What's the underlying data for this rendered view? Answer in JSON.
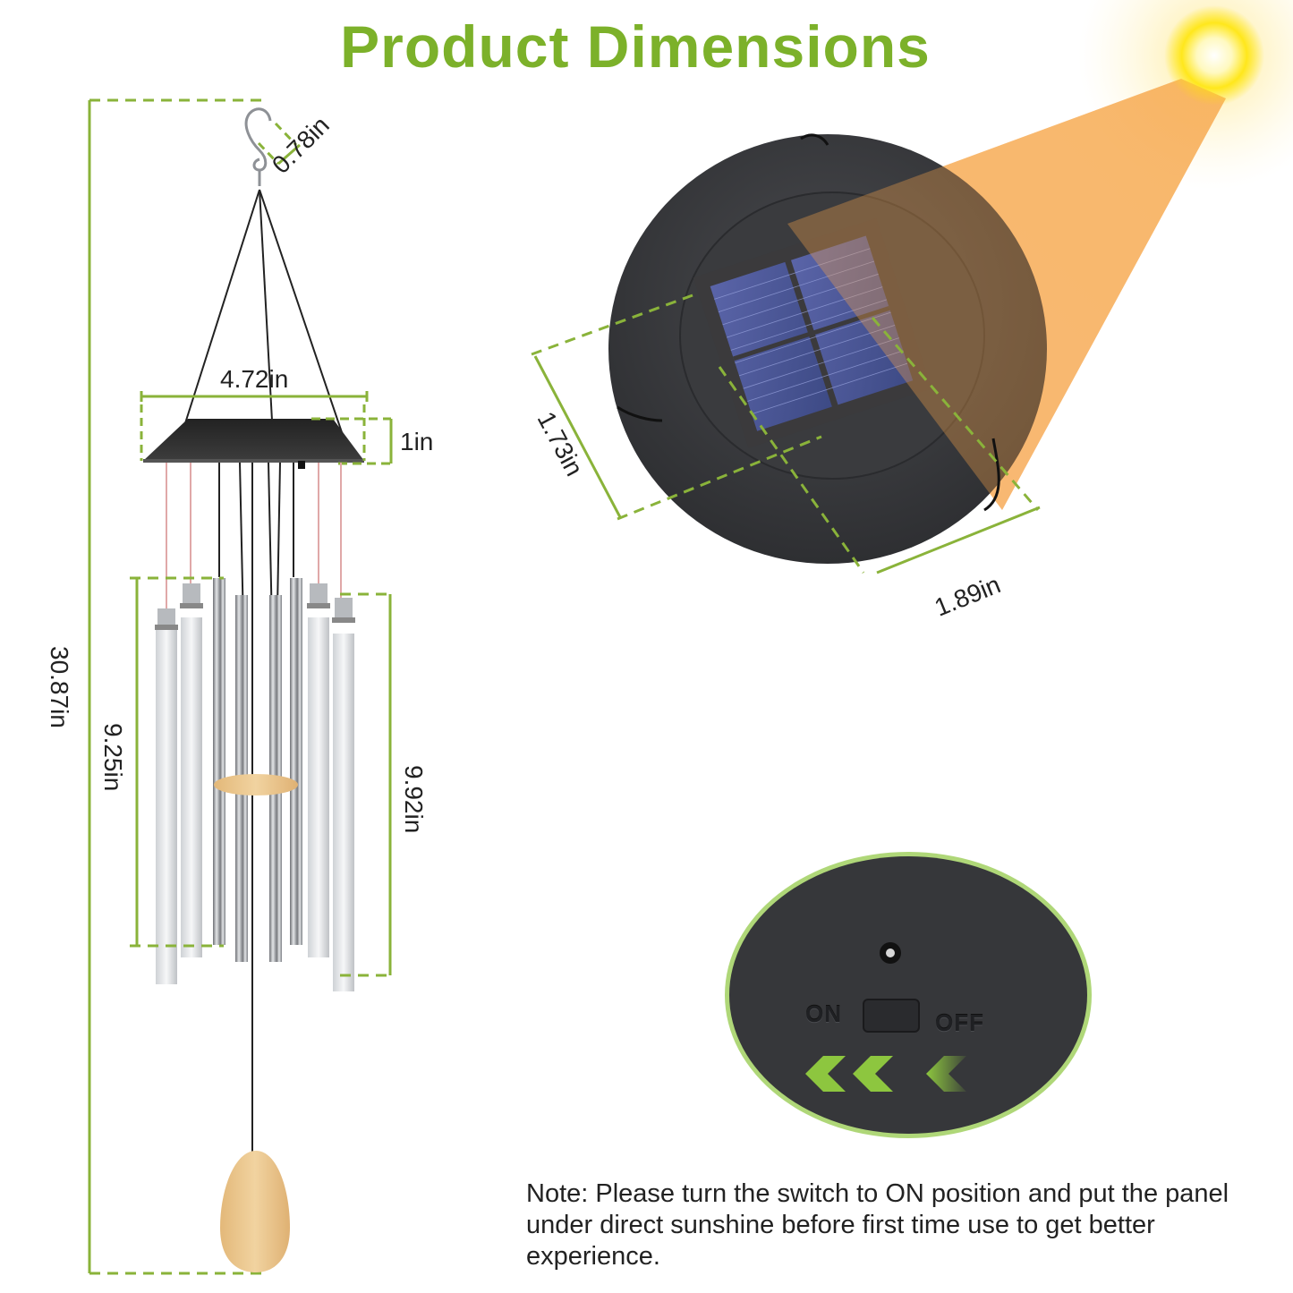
{
  "title": "Product Dimensions",
  "colors": {
    "accent": "#7cb12a",
    "dimension_line": "#8ab33a",
    "text": "#222222",
    "housing": "#3a3b3e",
    "wood": "#e9c48c",
    "sun": "#ffe21a"
  },
  "dimensions": {
    "hook": "0.78in",
    "total_height": "30.87in",
    "top_width": "4.72in",
    "top_height": "1in",
    "short_tube": "9.25in",
    "long_tube": "9.92in",
    "panel_height": "1.73in",
    "panel_width": "1.89in"
  },
  "switch": {
    "on_label": "ON",
    "off_label": "OFF"
  },
  "icons": [
    "sun-icon",
    "solar-panel-icon",
    "arrow-chevrons-icon",
    "hook-icon",
    "wind-chime-icon"
  ],
  "note": "Note: Please turn the switch to ON position and put the panel under direct sunshine before first time use to get better experience."
}
